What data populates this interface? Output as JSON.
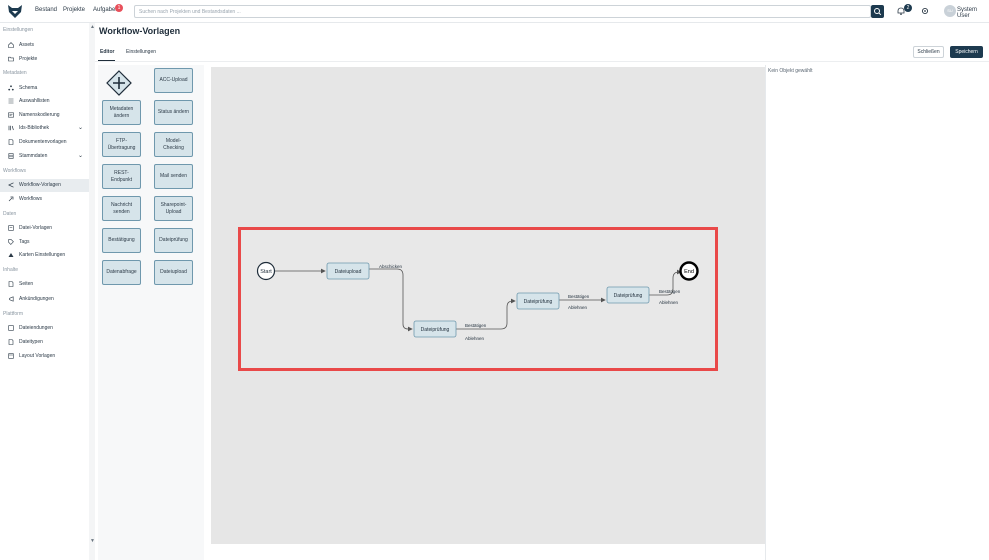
{
  "topbar": {
    "nav": [
      "Bestand",
      "Projekte",
      "Aufgaben"
    ],
    "tasks_badge": "1",
    "search_placeholder": "Suchen nach Projekten und Bestandsdaten ...",
    "notif_badge": "2",
    "avatar_initials": "SU",
    "user_name": "System User"
  },
  "sidebar": {
    "sections": [
      {
        "label": "Einstellungen",
        "items": [
          {
            "label": "Assets",
            "icon": "home-icon"
          },
          {
            "label": "Projekte",
            "icon": "folder-icon"
          }
        ]
      },
      {
        "label": "Metadaten",
        "items": [
          {
            "label": "Schema",
            "icon": "schema-icon"
          },
          {
            "label": "Auswahllisten",
            "icon": "list-icon"
          },
          {
            "label": "Namenskodierung",
            "icon": "code-icon"
          },
          {
            "label": "Ids-Bibliothek",
            "icon": "library-icon",
            "expandable": true
          },
          {
            "label": "Dokumentenvorlagen",
            "icon": "document-icon"
          },
          {
            "label": "Stammdaten",
            "icon": "database-icon",
            "expandable": true
          }
        ]
      },
      {
        "label": "Workflows",
        "items": [
          {
            "label": "Workflow-Vorlagen",
            "icon": "workflow-icon",
            "active": true
          },
          {
            "label": "Workflows",
            "icon": "workflow-run-icon"
          }
        ]
      },
      {
        "label": "Daten",
        "items": [
          {
            "label": "Datei-Vorlagen",
            "icon": "file-template-icon"
          },
          {
            "label": "Tags",
            "icon": "tag-icon"
          },
          {
            "label": "Karten Einstellungen",
            "icon": "map-icon"
          }
        ]
      },
      {
        "label": "Inhalte",
        "items": [
          {
            "label": "Seiten",
            "icon": "page-icon"
          },
          {
            "label": "Ankündigungen",
            "icon": "megaphone-icon"
          }
        ]
      },
      {
        "label": "Plattform",
        "items": [
          {
            "label": "Dateiendungen",
            "icon": "file-ext-icon"
          },
          {
            "label": "Dateitypen",
            "icon": "file-type-icon"
          },
          {
            "label": "Layout Vorlagen",
            "icon": "layout-icon"
          }
        ]
      }
    ]
  },
  "main": {
    "title": "Workflow-Vorlagen",
    "tabs": [
      "Editor",
      "Einstellungen"
    ],
    "close_label": "Schließen",
    "save_label": "Speichern",
    "properties_empty": "Kein Objekt gewählt"
  },
  "palette": {
    "items": [
      "ACC-Upload",
      "Metadaten ändern",
      "Status ändern",
      "FTP-Übertragung",
      "Model-Checking",
      "REST-Endpunkt",
      "Mail senden",
      "Nachricht senden",
      "Sharepoint-Upload",
      "Bestätigung",
      "Dateiprüfung",
      "Datenabfrage",
      "Dateiupload"
    ]
  },
  "diagram": {
    "start": "Start",
    "end": "End",
    "tasks": [
      "Dateiupload",
      "Dateiprüfung",
      "Dateiprüfung",
      "Dateiprüfung"
    ],
    "edge_labels": [
      "Abschicken",
      "Bestätigen",
      "Ablehnen",
      "Bestätigen",
      "Ablehnen",
      "Bestätigen",
      "Ablehnen"
    ]
  },
  "colors": {
    "primary": "#1d3a4f",
    "badge": "#e8505b",
    "highlight": "#e94949",
    "task_fill": "#d6e4ea"
  }
}
